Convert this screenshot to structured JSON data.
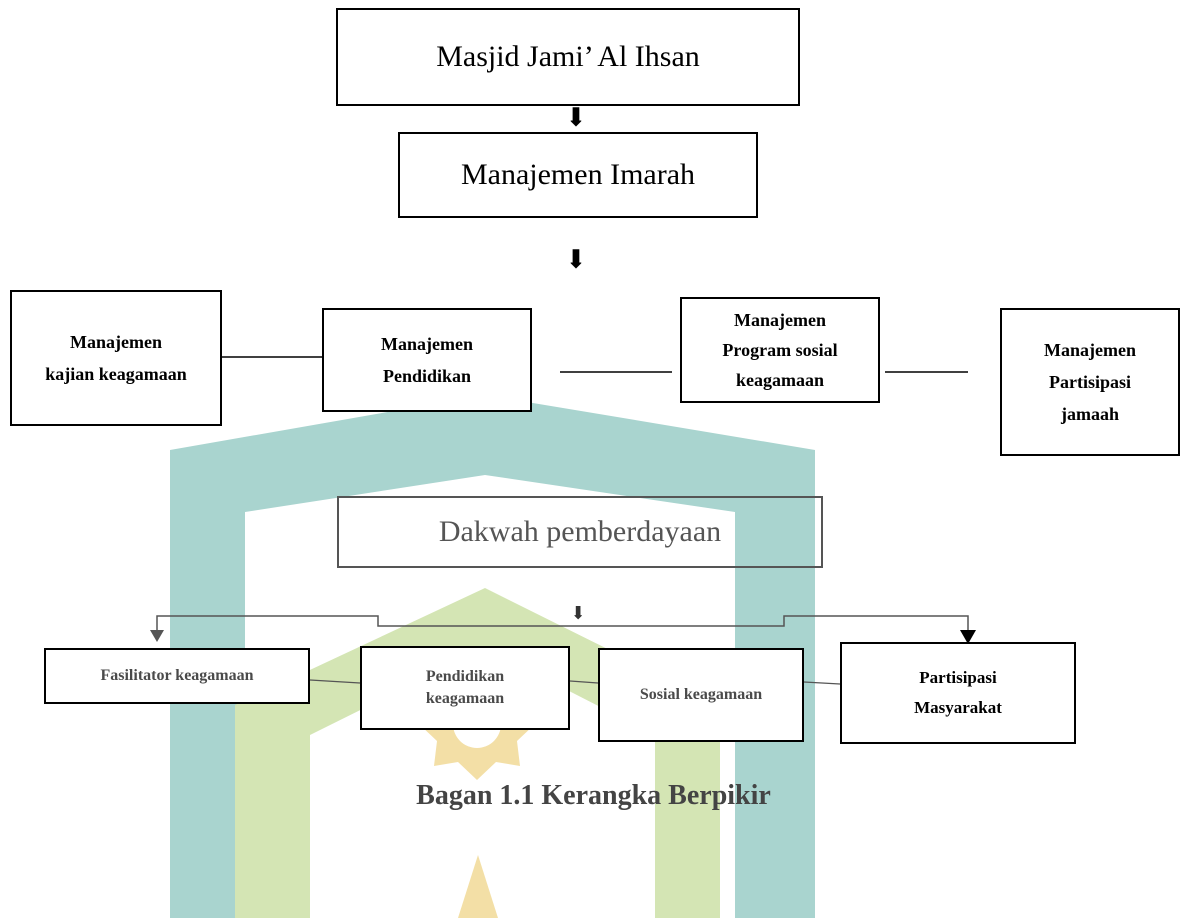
{
  "top_box": "Masjid Jami’ Al Ihsan",
  "second_box": "Manajemen Imarah",
  "management_boxes": {
    "kajian": [
      "Manajemen",
      "kajian keagamaan"
    ],
    "pendidikan": [
      "Manajemen",
      "Pendidikan"
    ],
    "program_sosial": [
      "Manajemen",
      "Program sosial",
      "keagamaan"
    ],
    "partisipasi": [
      "Manajemen",
      "Partisipasi",
      "jamaah"
    ]
  },
  "dakwah_box": "Dakwah pemberdayaan",
  "outcome_boxes": {
    "fasilitator": [
      "Fasilitator keagamaan"
    ],
    "pendidikan": [
      "Pendidikan",
      "keagamaan"
    ],
    "sosial": [
      "Sosial keagamaan"
    ],
    "partisipasi": [
      "Partisipasi",
      "Masyarakat"
    ]
  },
  "caption": "Bagan 1.1 Kerangka Berpikir",
  "arrow_glyph": "⬇",
  "colors": {
    "watermark_teal": "#a9d4cf",
    "watermark_green": "#d4e5b4",
    "watermark_yellow": "#f3dfa6"
  }
}
